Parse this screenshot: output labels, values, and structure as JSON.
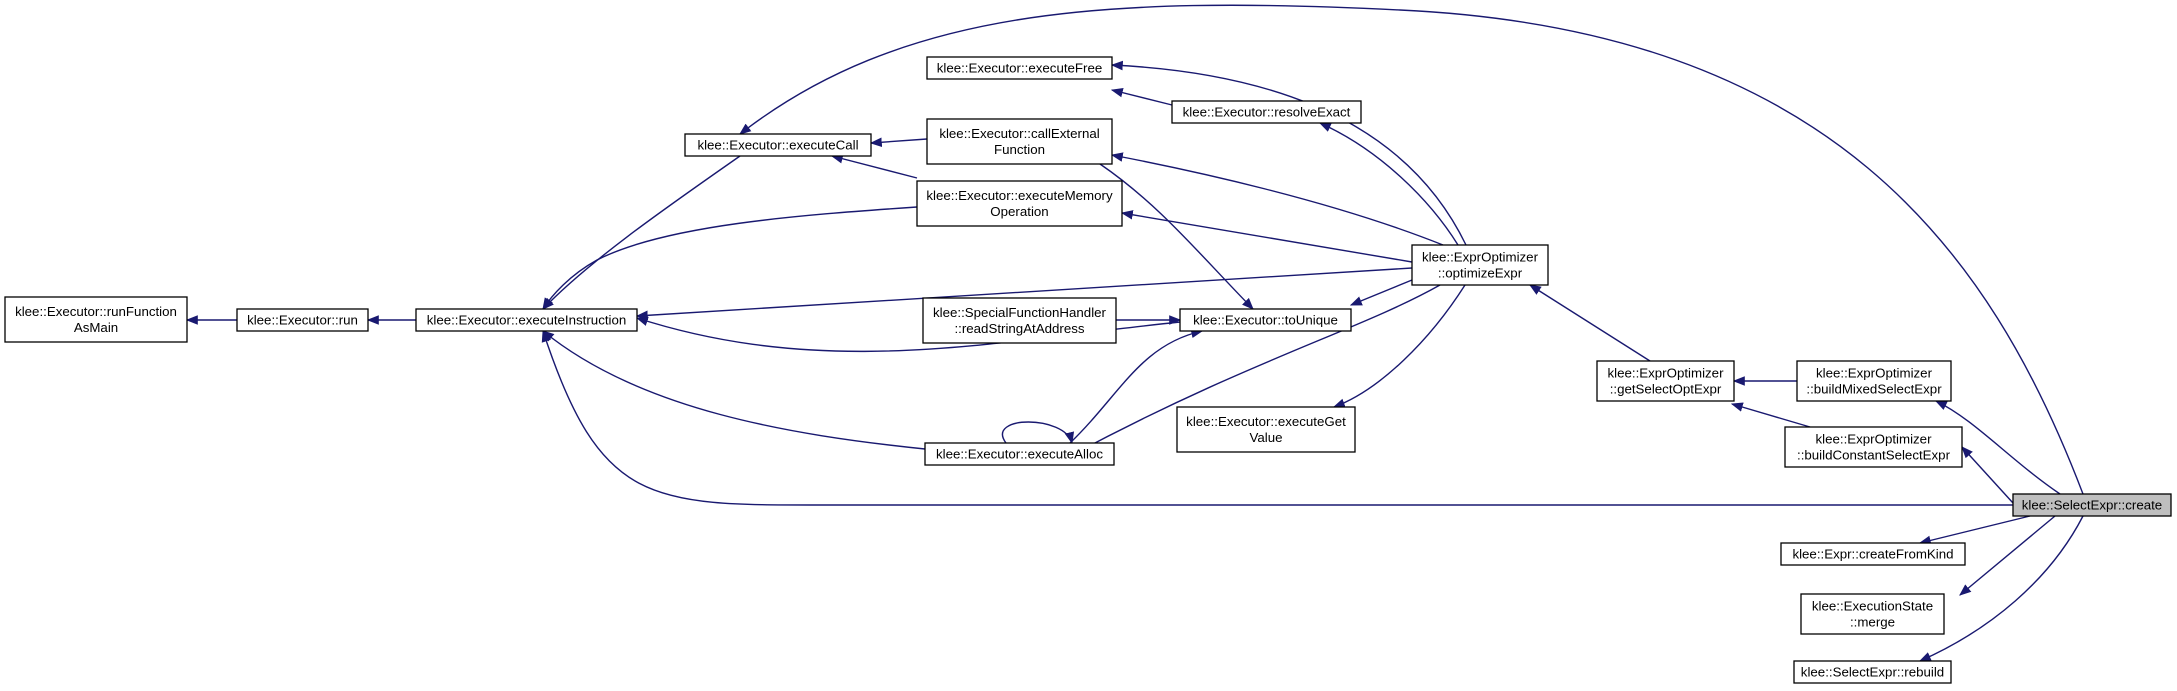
{
  "colors": {
    "edge": "#191970",
    "node_border": "#000000",
    "node_fill": "#ffffff",
    "focus_fill": "#bfbfbf",
    "background": "#ffffff"
  },
  "nodes": {
    "runFunctionAsMain": {
      "lines": [
        "klee::Executor::runFunction",
        "AsMain"
      ]
    },
    "run": {
      "lines": [
        "klee::Executor::run"
      ]
    },
    "executeInstruction": {
      "lines": [
        "klee::Executor::executeInstruction"
      ]
    },
    "executeCall": {
      "lines": [
        "klee::Executor::executeCall"
      ]
    },
    "executeFree": {
      "lines": [
        "klee::Executor::executeFree"
      ]
    },
    "callExternalFunction": {
      "lines": [
        "klee::Executor::callExternal",
        "Function"
      ]
    },
    "executeMemoryOperation": {
      "lines": [
        "klee::Executor::executeMemory",
        "Operation"
      ]
    },
    "readStringAtAddress": {
      "lines": [
        "klee::SpecialFunctionHandler",
        "::readStringAtAddress"
      ]
    },
    "executeAlloc": {
      "lines": [
        "klee::Executor::executeAlloc"
      ]
    },
    "resolveExact": {
      "lines": [
        "klee::Executor::resolveExact"
      ]
    },
    "toUnique": {
      "lines": [
        "klee::Executor::toUnique"
      ]
    },
    "executeGetValue": {
      "lines": [
        "klee::Executor::executeGet",
        "Value"
      ]
    },
    "optimizeExpr": {
      "lines": [
        "klee::ExprOptimizer",
        "::optimizeExpr"
      ]
    },
    "getSelectOptExpr": {
      "lines": [
        "klee::ExprOptimizer",
        "::getSelectOptExpr"
      ]
    },
    "buildMixedSelectExpr": {
      "lines": [
        "klee::ExprOptimizer",
        "::buildMixedSelectExpr"
      ]
    },
    "buildConstantSelectExpr": {
      "lines": [
        "klee::ExprOptimizer",
        "::buildConstantSelectExpr"
      ]
    },
    "create": {
      "lines": [
        "klee::SelectExpr::create"
      ]
    },
    "createFromKind": {
      "lines": [
        "klee::Expr::createFromKind"
      ]
    },
    "merge": {
      "lines": [
        "klee::ExecutionState",
        "::merge"
      ]
    },
    "rebuild": {
      "lines": [
        "klee::SelectExpr::rebuild"
      ]
    }
  },
  "focus_node": "create"
}
